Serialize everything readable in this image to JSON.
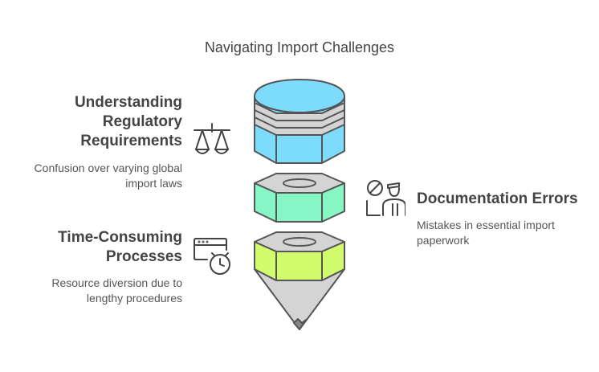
{
  "title": "Navigating Import Challenges",
  "items": [
    {
      "heading_lines": [
        "Understanding",
        "Regulatory",
        "Requirements"
      ],
      "description_lines": [
        "Confusion over varying global",
        "import laws"
      ],
      "icon": "balance-scale-icon",
      "color": "#7ddcfb"
    },
    {
      "heading_lines": [
        "Documentation Errors"
      ],
      "description_lines": [
        "Mistakes in essential import",
        "paperwork"
      ],
      "icon": "officer-prohibited-icon",
      "color": "#86f7c4"
    },
    {
      "heading_lines": [
        "Time-Consuming",
        "Processes"
      ],
      "description_lines": [
        "Resource diversion due to",
        "lengthy procedures"
      ],
      "icon": "calendar-clock-icon",
      "color": "#d2fb6e"
    }
  ],
  "colors": {
    "stroke": "#555555",
    "gray": "#d4d4d4",
    "text": "#444444"
  }
}
